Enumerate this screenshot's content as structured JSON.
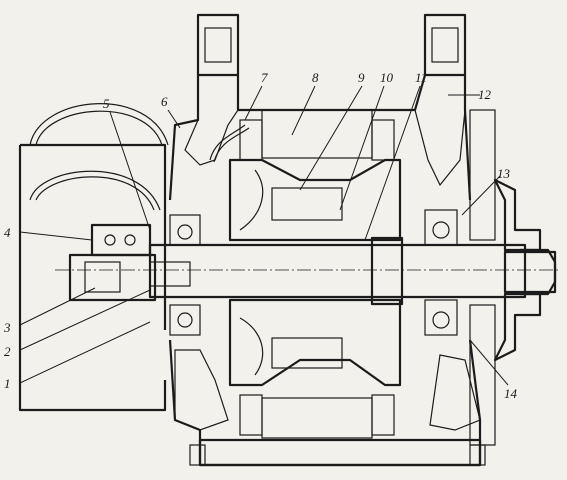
{
  "figure": {
    "callouts": [
      {
        "id": "1",
        "label": "1"
      },
      {
        "id": "2",
        "label": "2"
      },
      {
        "id": "3",
        "label": "3"
      },
      {
        "id": "4",
        "label": "4"
      },
      {
        "id": "5",
        "label": "5"
      },
      {
        "id": "6",
        "label": "6"
      },
      {
        "id": "7",
        "label": "7"
      },
      {
        "id": "8",
        "label": "8"
      },
      {
        "id": "9",
        "label": "9"
      },
      {
        "id": "10",
        "label": "10"
      },
      {
        "id": "11",
        "label": "11"
      },
      {
        "id": "12",
        "label": "12"
      },
      {
        "id": "13",
        "label": "13"
      },
      {
        "id": "14",
        "label": "14"
      }
    ],
    "colors": {
      "ink": "#1c1c1c",
      "paper": "#f2f1ec"
    }
  }
}
